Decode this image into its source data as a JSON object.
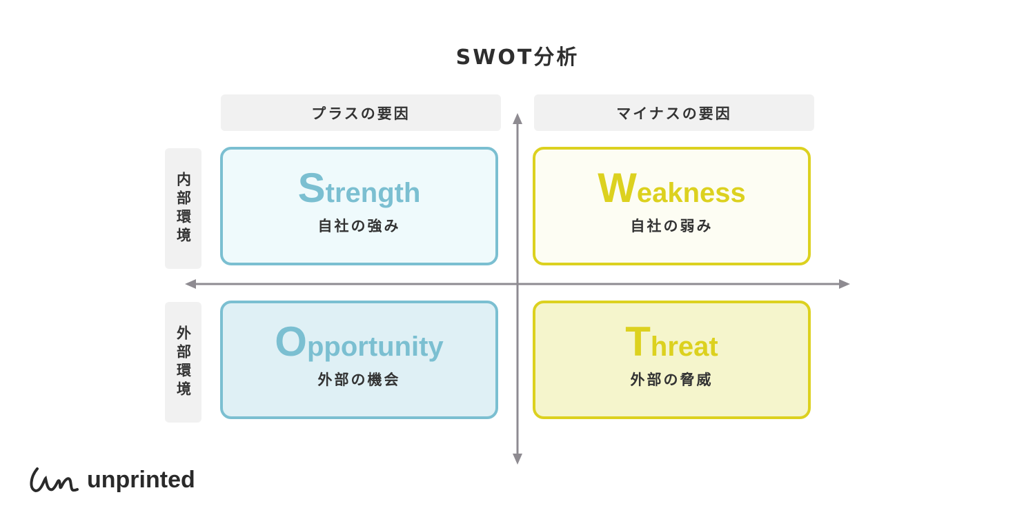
{
  "title": "SWOT分析",
  "columns": [
    "プラスの要因",
    "マイナスの要因"
  ],
  "rows": [
    "内部環境",
    "外部環境"
  ],
  "quadrants": [
    {
      "initial": "S",
      "rest": "trength",
      "jp": "自社の強み"
    },
    {
      "initial": "W",
      "rest": "eakness",
      "jp": "自社の弱み"
    },
    {
      "initial": "O",
      "rest": "pportunity",
      "jp": "外部の機会"
    },
    {
      "initial": "T",
      "rest": "hreat",
      "jp": "外部の脅威"
    }
  ],
  "logo": "unprinted",
  "colors": {
    "blue": "#7bbfd1",
    "yellow": "#dcd11f",
    "axis": "#8e8b91"
  }
}
